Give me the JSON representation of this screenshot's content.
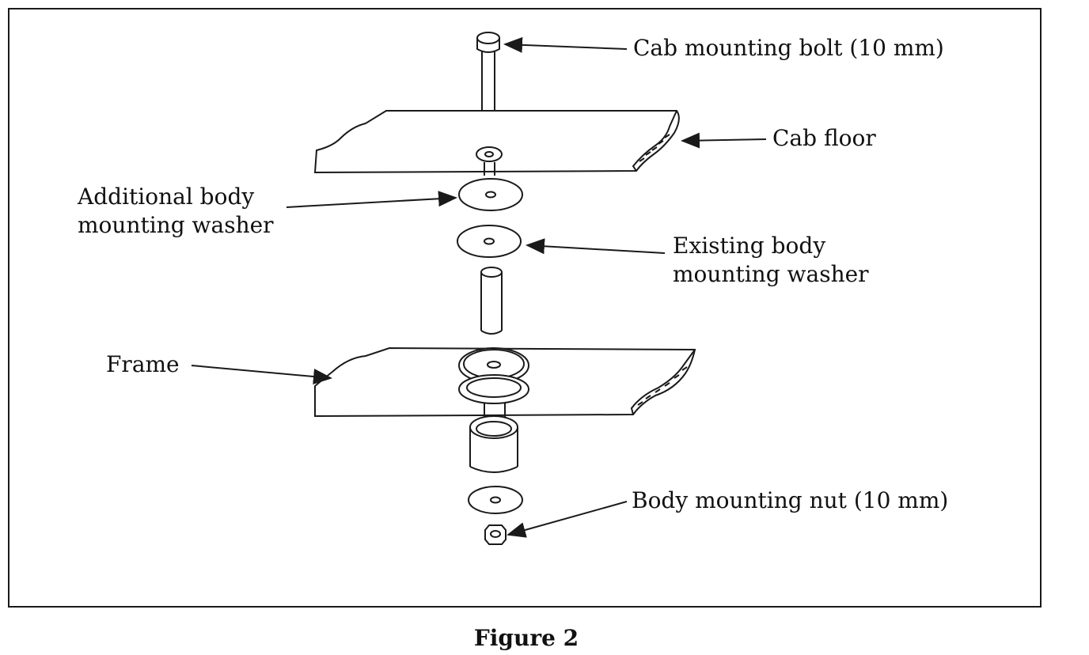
{
  "labels": {
    "cab_mounting_bolt": "Cab mounting bolt (10 mm)",
    "cab_floor": "Cab floor",
    "additional_washer_line1": "Additional body",
    "additional_washer_line2": "mounting washer",
    "existing_washer_line1": "Existing body",
    "existing_washer_line2": "mounting washer",
    "frame": "Frame",
    "body_mounting_nut": "Body mounting nut (10 mm)"
  },
  "caption": "Figure 2",
  "colors": {
    "ink": "#1a1a1a",
    "paper": "#ffffff"
  }
}
